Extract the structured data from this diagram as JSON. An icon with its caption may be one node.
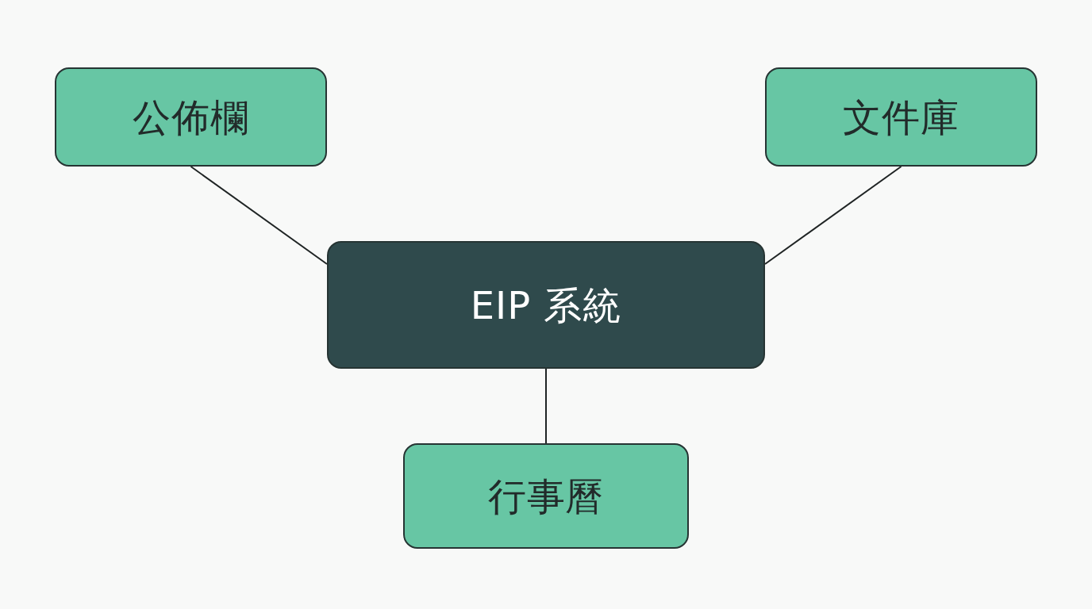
{
  "diagram": {
    "nodes": [
      {
        "text": [
          "公佈欄"
        ]
      },
      {
        "text": [
          "文件庫"
        ]
      },
      {
        "text": [
          "EIP 系統"
        ]
      },
      {
        "text": [
          "行事曆"
        ]
      }
    ],
    "edges": [
      {
        "from": 2,
        "to": 0,
        "arrow": "none"
      },
      {
        "from": 2,
        "to": 1,
        "arrow": "none"
      },
      {
        "from": 2,
        "to": 3,
        "arrow": "none"
      }
    ]
  }
}
